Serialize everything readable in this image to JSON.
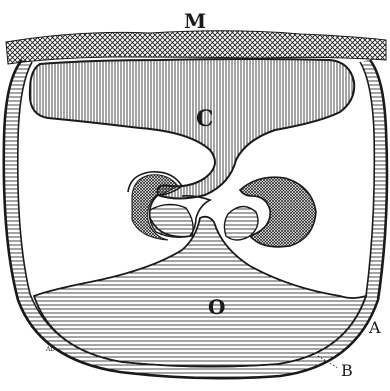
{
  "figure": {
    "labels": {
      "M": "M",
      "C": "C",
      "O": "O",
      "A": "A",
      "B": "B",
      "signature": "AD"
    }
  },
  "colors": {
    "ink": "#1a1a1a",
    "paper": "#ffffff"
  }
}
